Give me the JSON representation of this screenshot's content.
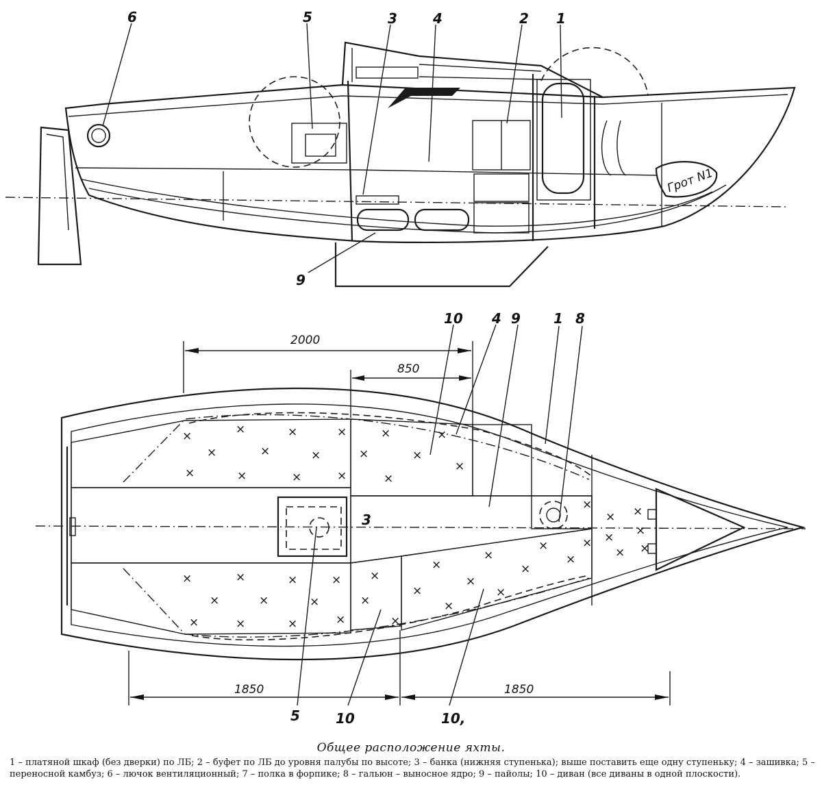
{
  "caption": "Общее расположение яхты.",
  "legend": "1 – платяной шкаф (без дверки) по ЛБ; 2 – буфет по ЛБ до уровня палубы по высоте; 3 – банка (нижняя ступенька); выше поставить еще одну ступеньку; 4 – зашивка; 5 – переносной камбуз; 6 – лючок вентиляционный; 7 – полка в форпике; 8 – гальюн – выносное ядро; 9 – пайолы; 10 – диван (все диваны в одной плоскости).",
  "side_callouts": [
    "6",
    "5",
    "3",
    "4",
    "2",
    "1",
    "9"
  ],
  "plan_callouts": [
    "10",
    "4",
    "9",
    "1",
    "8",
    "3",
    "5",
    "10",
    "10,"
  ],
  "sail_label": "Грот N1",
  "dimensions": [
    "2000",
    "850",
    "1850",
    "1850"
  ]
}
